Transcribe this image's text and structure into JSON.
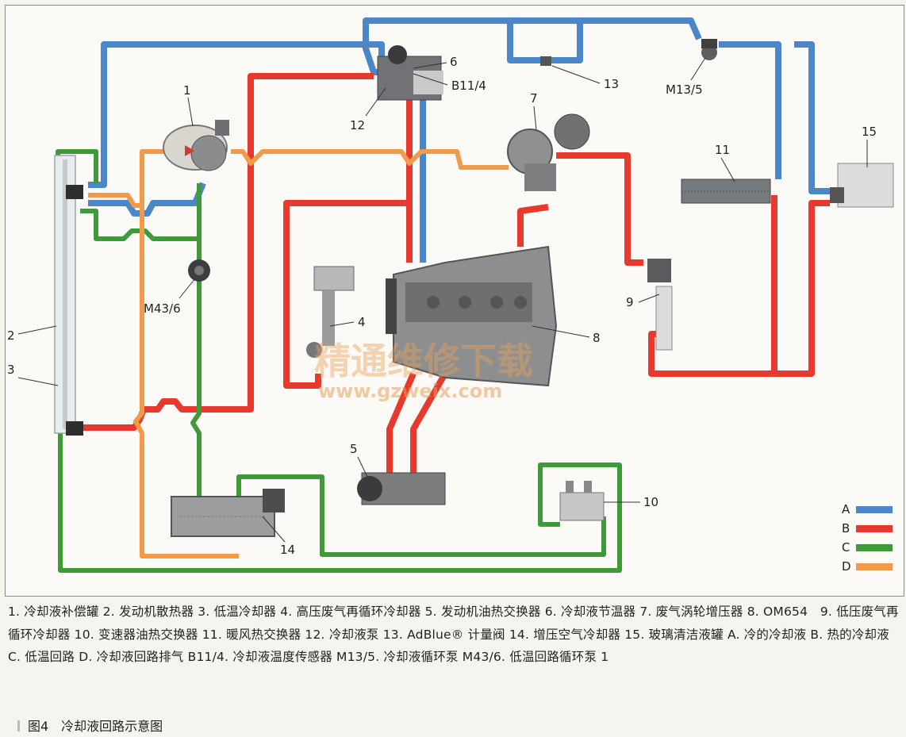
{
  "labels": {
    "n1": "1",
    "n2": "2",
    "n3": "3",
    "n4": "4",
    "n5": "5",
    "n6": "6",
    "n7": "7",
    "n8": "8",
    "n9": "9",
    "n10": "10",
    "n11": "11",
    "n12": "12",
    "n13": "13",
    "n14": "14",
    "n15": "15",
    "b11_4": "B11/4",
    "m13_5": "M13/5",
    "m43_6": "M43/6"
  },
  "legend": [
    {
      "key": "A",
      "color": "#4a86c8"
    },
    {
      "key": "B",
      "color": "#e8392f"
    },
    {
      "key": "C",
      "color": "#3f9a3a"
    },
    {
      "key": "D",
      "color": "#f19a4a"
    }
  ],
  "watermark": {
    "cn": "精通维修下载",
    "url": "www.gzweix.com"
  },
  "caption": "1. 冷却液补偿罐 2. 发动机散热器 3. 低温冷却器 4. 高压废气再循环冷却器 5. 发动机油热交换器 6. 冷却液节温器 7. 废气涡轮增压器 8. OM654　9. 低压废气再循环冷却器 10. 变速器油热交换器 11. 暖风热交换器 12. 冷却液泵 13. AdBlue® 计量阀 14. 增压空气冷却器 15. 玻璃清洁液罐 A. 冷的冷却液 B. 热的冷却液 C. 低温回路 D. 冷却液回路排气 B11/4. 冷却液温度传感器 M13/5. 冷却液循环泵 M43/6. 低温回路循环泵 1",
  "figure_title": "图4　冷却液回路示意图"
}
